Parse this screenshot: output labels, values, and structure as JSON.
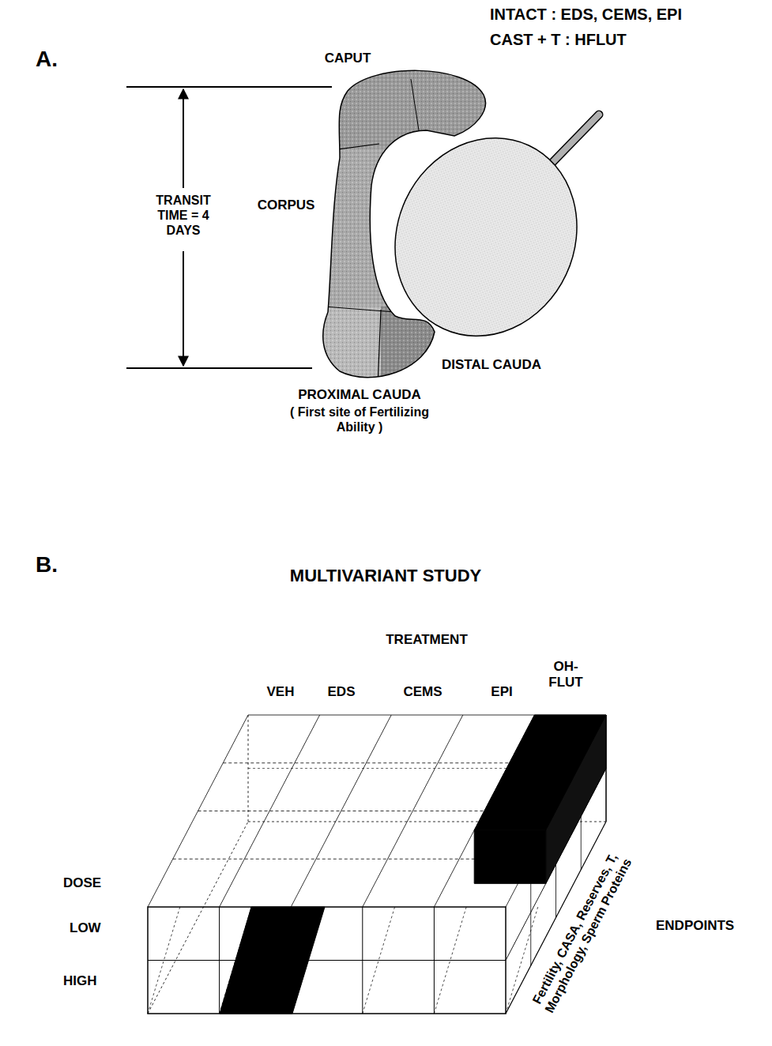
{
  "diagram": {
    "labels": [
      "A.",
      "INTACT : EDS, CEMS, EPI",
      "CAST + T : HFLUT",
      "CAPUT",
      "TRANSIT TIME = 4 DAYS",
      "CORPUS",
      "DISTAL CAUDA",
      "PROXIMAL CAUDA",
      "( First site of Fertilizing Ability )",
      "B.",
      "MULTIVARIANT STUDY",
      "TREATMENT",
      "VEH",
      "EDS",
      "CEMS",
      "EPI",
      "OH- FLUT",
      "DOSE",
      "LOW",
      "HIGH",
      "ENDPOINTS",
      "Fertility, CASA, Reserves, T, Morphology, Sperm Proteins"
    ]
  }
}
